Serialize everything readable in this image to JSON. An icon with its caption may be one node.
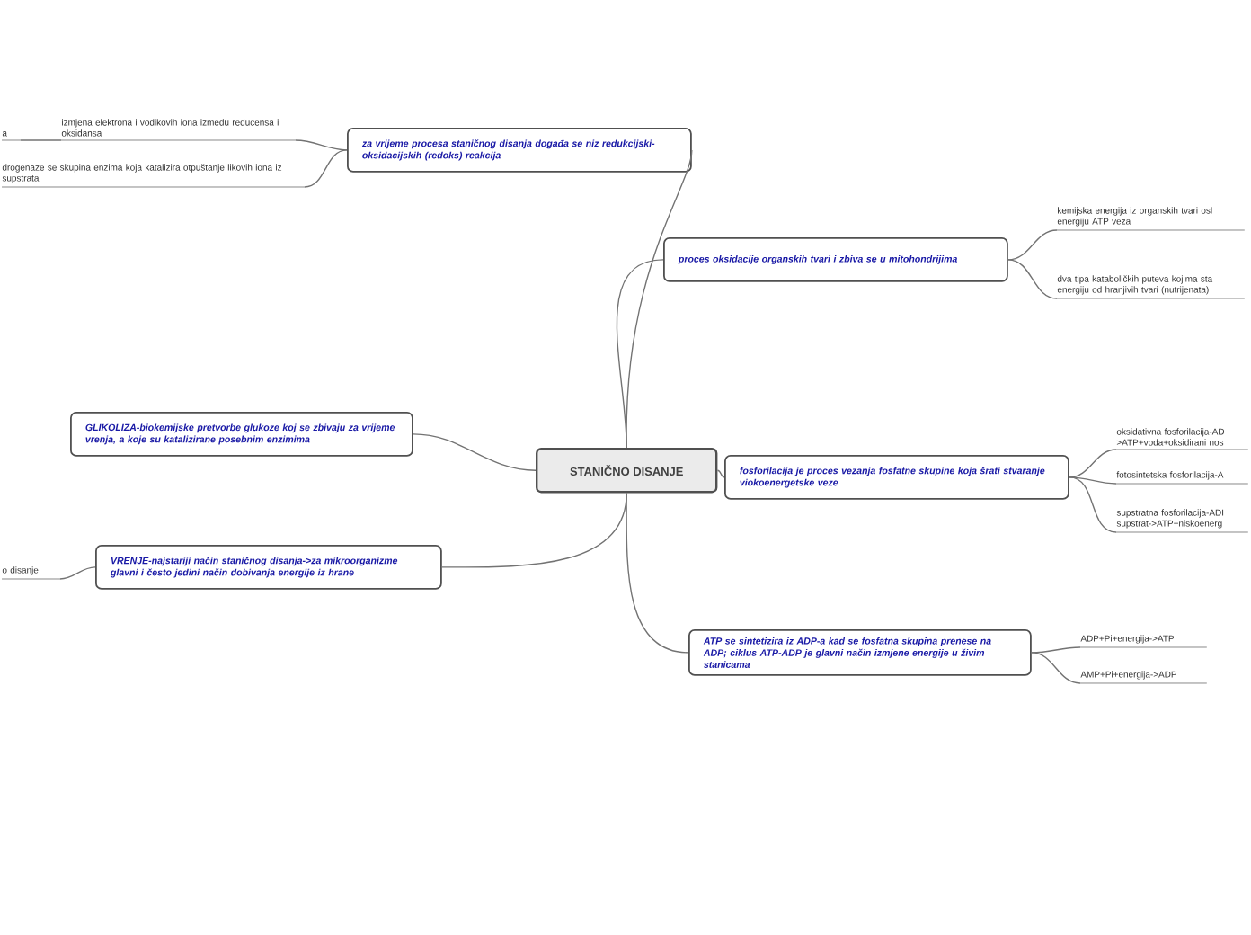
{
  "diagram": {
    "nodes": [
      {
        "text": [
          "STANIČNO DISANJE"
        ]
      },
      {
        "text": [
          "za vrijeme procesa staničnog disanja događa se niz redukcijski-oksidacijskih (redoks) reakcija"
        ]
      },
      {
        "text": [
          "proces oksidacije organskih tvari i zbiva se u mitohondrijima"
        ]
      },
      {
        "text": [
          "GLIKOLIZA-biokemijske pretvorbe glukoze koj se zbivaju za vrijeme vrenja, a koje su katalizirane posebnim enzimima"
        ]
      },
      {
        "text": [
          "fosforilacija je proces vezanja fosfatne skupine koja šrati stvaranje viokoenergetske veze"
        ]
      },
      {
        "text": [
          "VRENJE-najstariji način staničnog disanja->za mikroorganizme glavni i često jedini način dobivanja energije iz hrane"
        ]
      },
      {
        "text": [
          "ATP se sintetizira iz ADP-a kad se fosfatna skupina prenese na ADP; ciklus ATP-ADP je glavni način izmjene energije u živim stanicama"
        ]
      },
      {
        "text": [
          "a"
        ]
      },
      {
        "text": [
          "izmjena elektrona i vodikovih iona između reducensa i oksidansa"
        ]
      },
      {
        "text": [
          "drogenaze se skupina enzima koja katalizira otpuštanje likovih iona iz supstrata"
        ]
      },
      {
        "text": [
          "kemijska energija iz organskih tvari osl energiju ATP veza"
        ]
      },
      {
        "text": [
          "dva tipa kataboličkih puteva kojima sta energiju od hranjivih tvari (nutrijenata)"
        ]
      },
      {
        "text": [
          "oksidativna fosforilacija-AD >ATP+voda+oksidirani nos"
        ]
      },
      {
        "text": [
          "fotosintetska fosforilacija-A"
        ]
      },
      {
        "text": [
          "supstratna fosforilacija-ADI supstrat->ATP+niskoenerg"
        ]
      },
      {
        "text": [
          "ADP+Pi+energija->ATP"
        ]
      },
      {
        "text": [
          "AMP+Pi+energija->ADP"
        ]
      },
      {
        "text": [
          "o disanje"
        ]
      }
    ],
    "edges": [
      {
        "from": 0,
        "to": 1,
        "arrow": "none"
      },
      {
        "from": 0,
        "to": 2,
        "arrow": "none"
      },
      {
        "from": 0,
        "to": 3,
        "arrow": "none"
      },
      {
        "from": 0,
        "to": 4,
        "arrow": "none"
      },
      {
        "from": 0,
        "to": 5,
        "arrow": "none"
      },
      {
        "from": 0,
        "to": 6,
        "arrow": "none"
      },
      {
        "from": 1,
        "to": 8,
        "arrow": "none"
      },
      {
        "from": 8,
        "to": 7,
        "arrow": "none"
      },
      {
        "from": 1,
        "to": 9,
        "arrow": "none"
      },
      {
        "from": 2,
        "to": 10,
        "arrow": "none"
      },
      {
        "from": 2,
        "to": 11,
        "arrow": "none"
      },
      {
        "from": 4,
        "to": 12,
        "arrow": "none"
      },
      {
        "from": 4,
        "to": 13,
        "arrow": "none"
      },
      {
        "from": 4,
        "to": 14,
        "arrow": "none"
      },
      {
        "from": 6,
        "to": 15,
        "arrow": "none"
      },
      {
        "from": 6,
        "to": 16,
        "arrow": "none"
      },
      {
        "from": 5,
        "to": 17,
        "arrow": "none"
      }
    ]
  }
}
